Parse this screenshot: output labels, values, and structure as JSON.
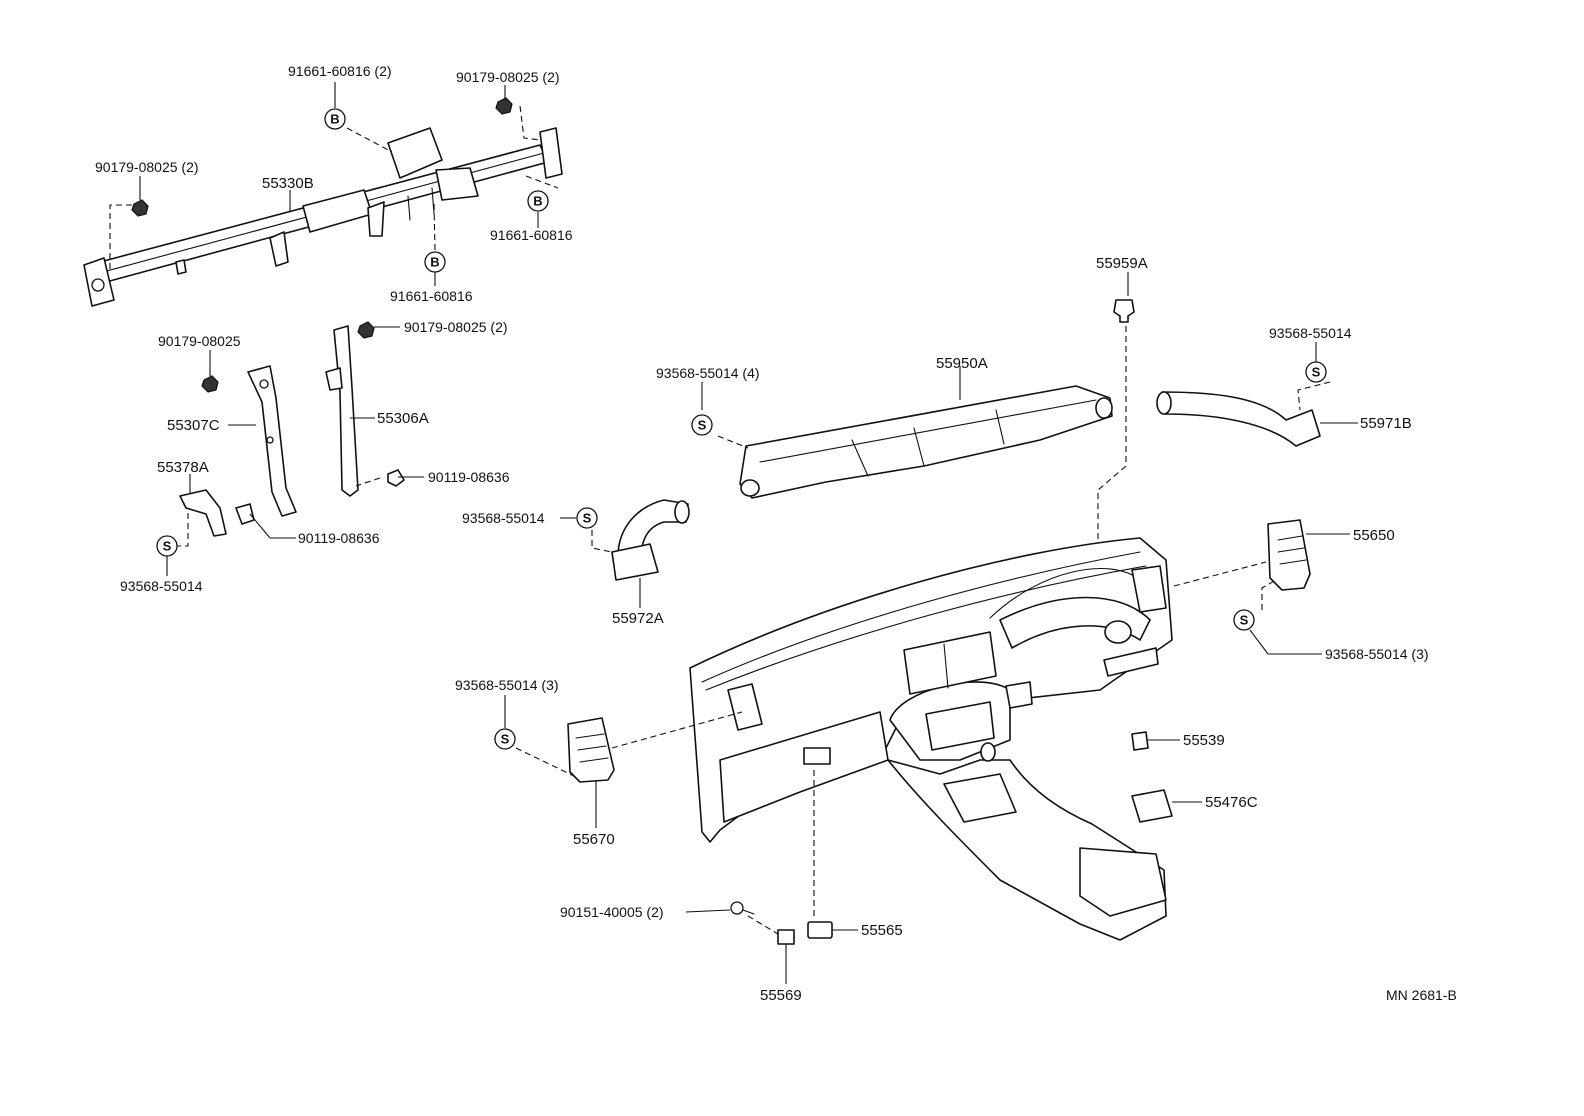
{
  "figure_code": "MN 2681-B",
  "symbols": {
    "bolt": "B",
    "screw": "S"
  },
  "parts": {
    "p_91661_60816_2": "91661-60816 (2)",
    "p_90179_08025_2_top": "90179-08025 (2)",
    "p_90179_08025_2_left": "90179-08025 (2)",
    "p_55330B": "55330B",
    "p_91661_60816_right": "91661-60816",
    "p_91661_60816_bottom": "91661-60816",
    "p_55959A": "55959A",
    "p_90179_08025": "90179-08025",
    "p_90179_08025_2_mid": "90179-08025 (2)",
    "p_55307C": "55307C",
    "p_55306A": "55306A",
    "p_55378A": "55378A",
    "p_90119_08636_right": "90119-08636",
    "p_90119_08636_left": "90119-08636",
    "p_93568_55014_left": "93568-55014",
    "p_93568_55014_4": "93568-55014 (4)",
    "p_55950A": "55950A",
    "p_93568_55014_topright": "93568-55014",
    "p_55971B": "55971B",
    "p_93568_55014_mid": "93568-55014",
    "p_55972A": "55972A",
    "p_55650": "55650",
    "p_93568_55014_3_right": "93568-55014 (3)",
    "p_93568_55014_3_left": "93568-55014 (3)",
    "p_55539": "55539",
    "p_55476C": "55476C",
    "p_55670": "55670",
    "p_90151_40005_2": "90151-40005 (2)",
    "p_55565": "55565",
    "p_55569": "55569"
  }
}
